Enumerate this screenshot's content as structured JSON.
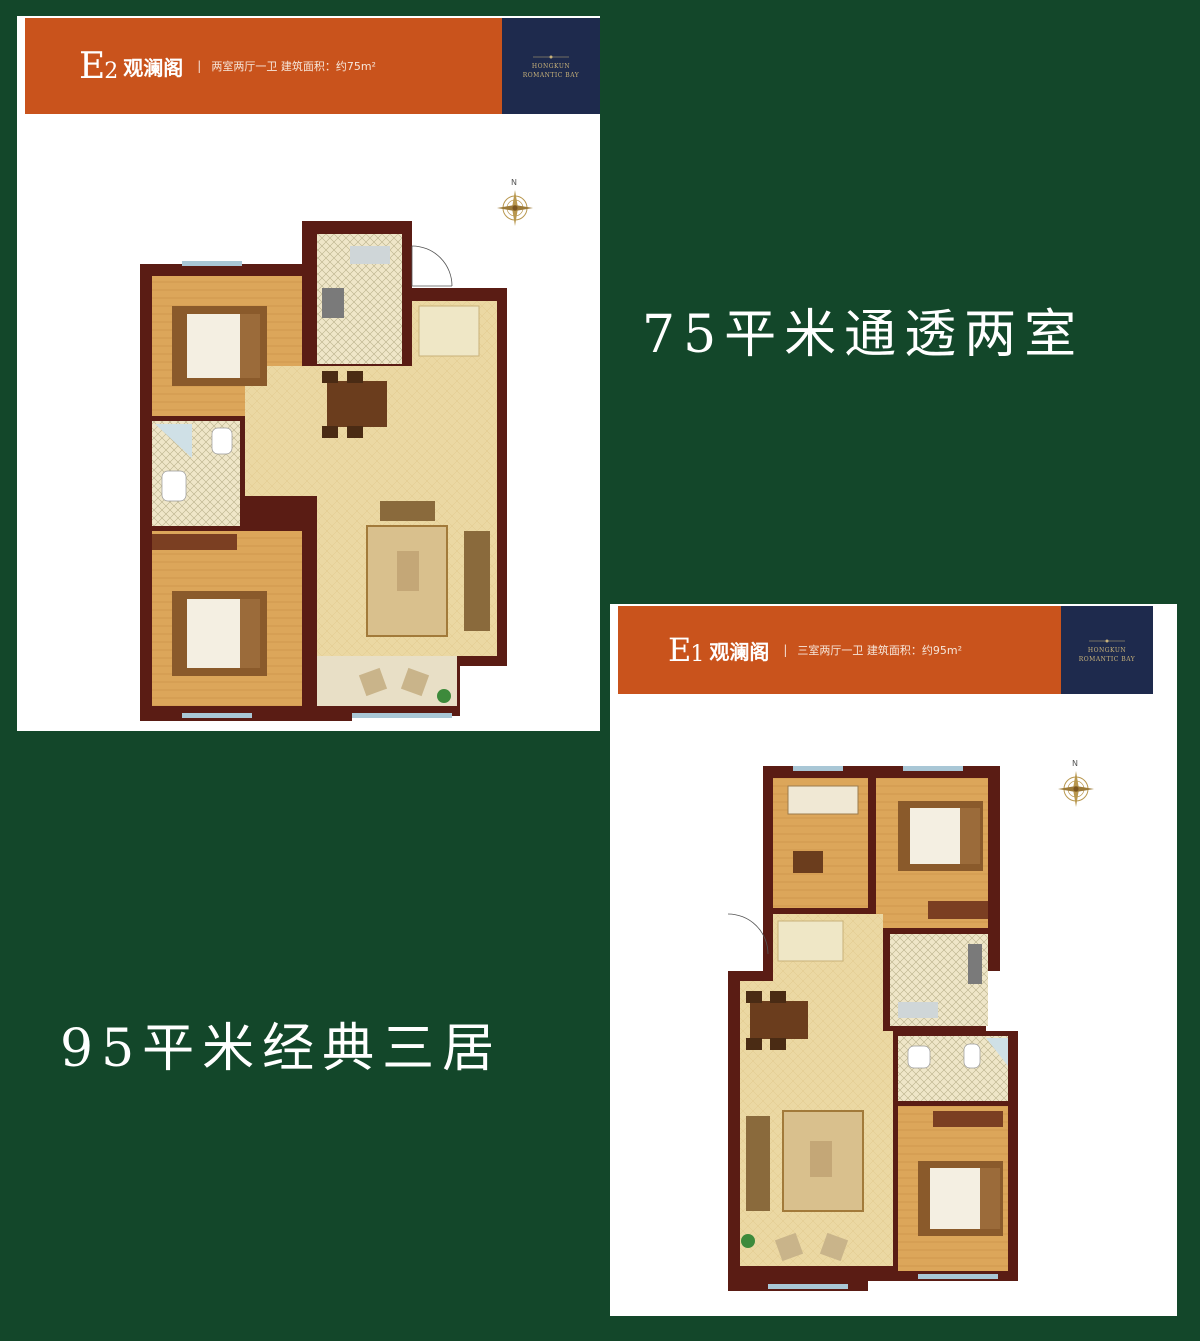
{
  "e2": {
    "code": "E",
    "code_sub": "2",
    "name": "观澜阁",
    "separator": "|",
    "description": "两室两厅一卫  建筑面积：约75m²",
    "brand_line1": "HONGKUN",
    "brand_line2": "ROMANTIC BAY",
    "compass_label": "N"
  },
  "e1": {
    "code": "E",
    "code_sub": "1",
    "name": "观澜阁",
    "separator": "|",
    "description": "三室两厅一卫  建筑面积：约95m²",
    "brand_line1": "HONGKUN",
    "brand_line2": "ROMANTIC BAY",
    "compass_label": "N"
  },
  "captions": {
    "two_room": "75平米通透两室",
    "three_room": "95平米经典三居"
  },
  "colors": {
    "background": "#13472a",
    "banner_orange": "#c9531c",
    "banner_navy": "#1e2a4d",
    "wall": "#5a1c14",
    "floor_wood": "#dca65a",
    "floor_tile": "#ebd8a3"
  }
}
